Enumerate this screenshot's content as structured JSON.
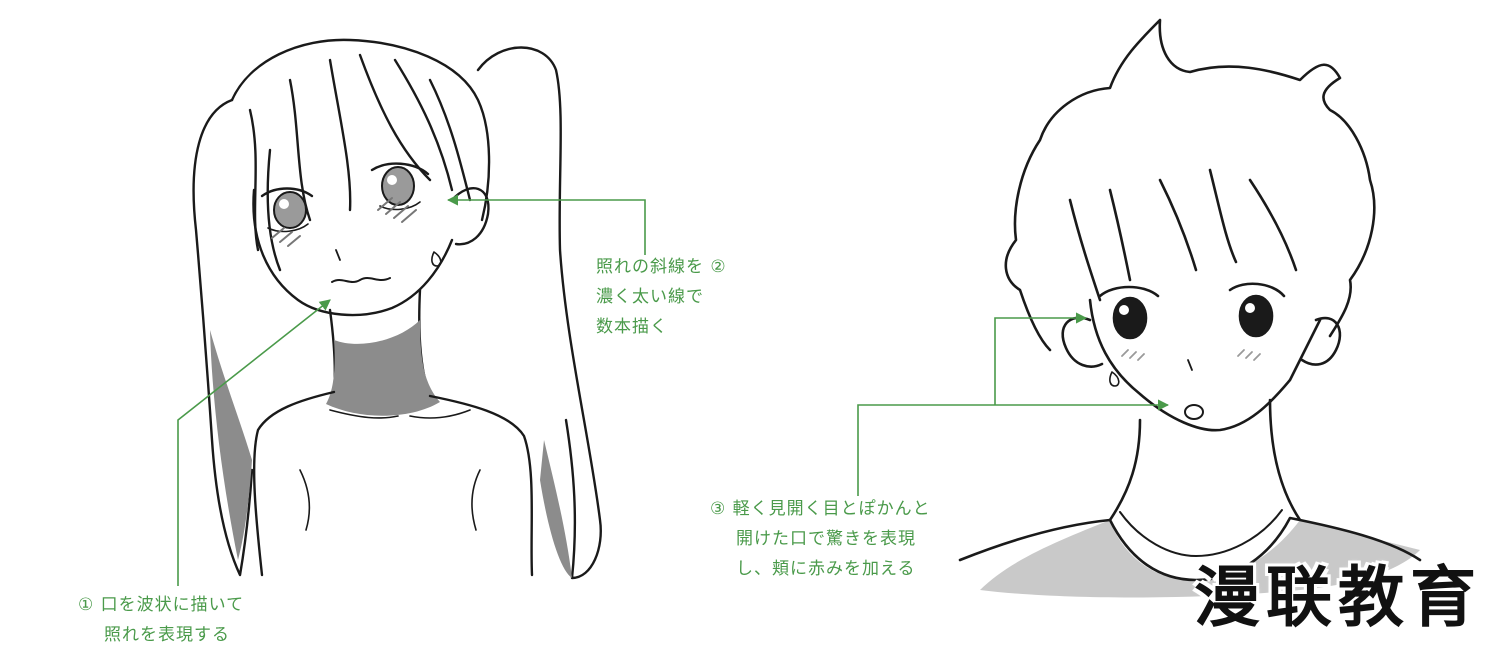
{
  "colors": {
    "annotation": "#4a9a4a",
    "ink": "#1a1a1a",
    "shadow": "#8c8c8c",
    "blush": "#9a9a9a"
  },
  "figures": [
    {
      "name": "girl-with-twintails",
      "expression": "embarrassed"
    },
    {
      "name": "boy-with-short-hair",
      "expression": "surprised"
    }
  ],
  "annotations": {
    "note1": {
      "marker": "①",
      "lines": [
        "口を波状に描いて",
        "照れを表現する"
      ]
    },
    "note2": {
      "marker": "②",
      "lines": [
        "照れの斜線を",
        "濃く太い線で",
        "数本描く"
      ]
    },
    "note3": {
      "marker": "③",
      "lines": [
        "軽く見開く目とぽかんと",
        "開けた口で驚きを表現",
        "し、頬に赤みを加える"
      ]
    }
  },
  "watermark": "漫联教育"
}
